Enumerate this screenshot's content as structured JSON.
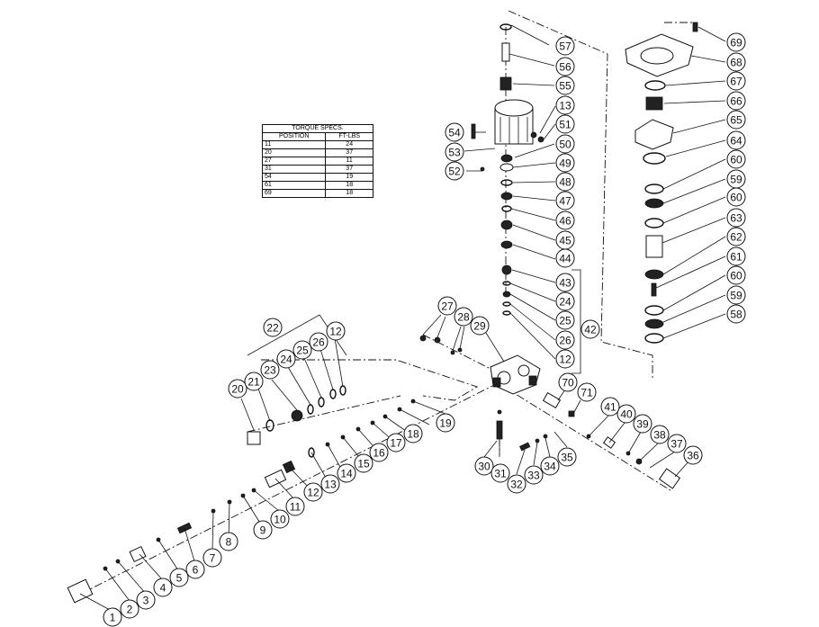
{
  "torque_table": {
    "title": "TORQUE SPECS.",
    "headers": [
      "POSITION",
      "FT-LBS"
    ],
    "rows": [
      [
        "11",
        "24"
      ],
      [
        "20",
        "37"
      ],
      [
        "27",
        "11"
      ],
      [
        "31",
        "37"
      ],
      [
        "54",
        "19"
      ],
      [
        "61",
        "18"
      ],
      [
        "69",
        "18"
      ]
    ]
  },
  "callouts": [
    "1",
    "2",
    "3",
    "4",
    "5",
    "6",
    "7",
    "8",
    "9",
    "10",
    "11",
    "12",
    "13",
    "14",
    "15",
    "16",
    "17",
    "18",
    "19",
    "20",
    "21",
    "22",
    "23",
    "24",
    "25",
    "26",
    "27",
    "28",
    "29",
    "30",
    "31",
    "32",
    "33",
    "34",
    "35",
    "36",
    "37",
    "38",
    "39",
    "40",
    "41",
    "42",
    "43",
    "44",
    "45",
    "46",
    "47",
    "48",
    "49",
    "50",
    "51",
    "52",
    "53",
    "54",
    "55",
    "56",
    "57",
    "58",
    "59",
    "60",
    "61",
    "62",
    "63",
    "64",
    "65",
    "66",
    "67",
    "68",
    "69",
    "70",
    "71"
  ]
}
